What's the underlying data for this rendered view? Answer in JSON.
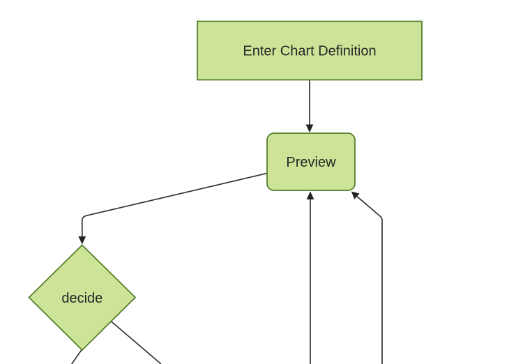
{
  "diagram": {
    "type": "flowchart",
    "direction": "top-down",
    "colors": {
      "background": "#ffffff",
      "node_fill": "#cde498",
      "node_border": "#4e7b26",
      "edge_color": "#333333",
      "arrow_fill": "#222222",
      "label_color": "#262626"
    },
    "nodes": [
      {
        "id": "definition",
        "label": "Enter Chart Definition",
        "shape": "rectangle"
      },
      {
        "id": "preview",
        "label": "Preview",
        "shape": "rounded-rectangle"
      },
      {
        "id": "decide",
        "label": "decide",
        "shape": "diamond"
      }
    ],
    "edges": [
      {
        "from": "definition",
        "to": "preview"
      },
      {
        "from": "preview",
        "to": "decide"
      },
      {
        "from": "offscreen-bottom",
        "to": "preview"
      },
      {
        "from": "offscreen-bottom-right",
        "to": "preview"
      },
      {
        "from": "decide",
        "to": "offscreen-bottom-left"
      },
      {
        "from": "decide",
        "to": "offscreen-bottom-right"
      }
    ]
  }
}
